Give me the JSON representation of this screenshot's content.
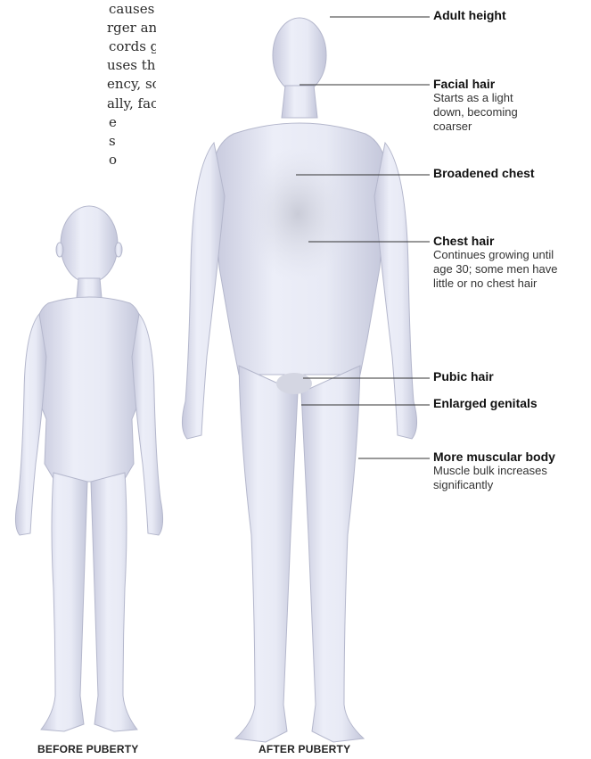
{
  "intro_lines": [
    "causes cartilage",
    "rger and thicker,",
    "cords getting",
    "uses the cords",
    "ency, so the",
    "ally, facial",
    "e",
    "s",
    "o"
  ],
  "labels": [
    {
      "title": "Adult height",
      "desc": ""
    },
    {
      "title": "Facial hair",
      "desc": "Starts as a light down, becoming coarser"
    },
    {
      "title": "Broadened chest",
      "desc": ""
    },
    {
      "title": "Chest hair",
      "desc": "Continues growing until age 30; some men have little or no chest hair"
    },
    {
      "title": "Pubic hair",
      "desc": ""
    },
    {
      "title": "Enlarged genitals",
      "desc": ""
    },
    {
      "title": "More muscular body",
      "desc": "Muscle bulk increases significantly"
    }
  ],
  "captions": {
    "before": "BEFORE PUBERTY",
    "after": "AFTER PUBERTY"
  }
}
